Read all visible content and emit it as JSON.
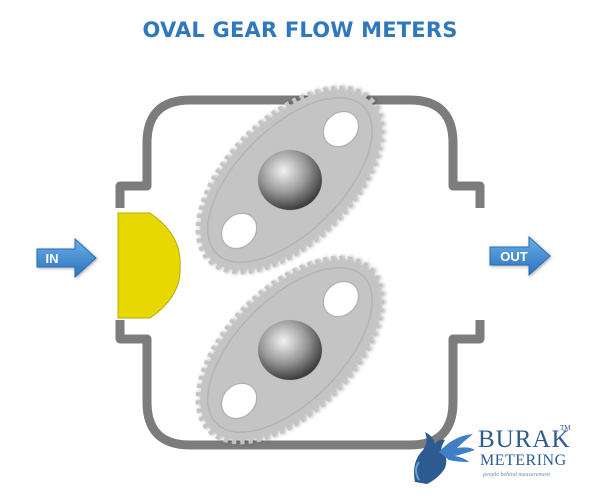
{
  "title": "OVAL GEAR FLOW METERS",
  "inlet_label": "IN",
  "outlet_label": "OUT",
  "logo": {
    "name": "BURAK",
    "trademark": "TM",
    "subtitle": "METERING",
    "tagline": "people behind measurement"
  },
  "colors": {
    "title": "#2f78be",
    "housing": "#7c7c7c",
    "gear": "#c4c4c4",
    "fluid": "#e6d800",
    "arrow": "#3f8fd6",
    "logo": "#2c5a91"
  },
  "icons": [
    "in-arrow-icon",
    "out-arrow-icon",
    "logo-horse-icon"
  ]
}
